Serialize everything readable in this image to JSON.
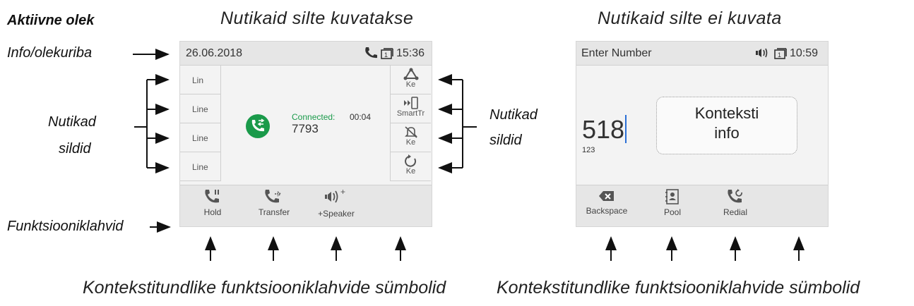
{
  "labels": {
    "active_state": "Aktiivne olek",
    "status_bar": "Info/olekuriba",
    "smart_labels_left": [
      "Nutikad",
      "sildid"
    ],
    "smart_labels_right": [
      "Nutikad",
      "sildid"
    ],
    "function_keys": "Funktsiooniklahvid",
    "bottom_left": "Kontekstitundlike funktsiooniklahvide sümbolid",
    "bottom_right": "Kontekstitundlike funktsiooniklahvide sümbolid"
  },
  "headers": {
    "left": "Nutikaid silte kuvatakse",
    "right": "Nutikaid silte ei kuvata"
  },
  "left_screen": {
    "status": {
      "date": "26.06.2018",
      "time": "15:36",
      "icons": [
        "handset-icon",
        "line-1-icon"
      ]
    },
    "line_keys": [
      "Lin",
      "Line",
      "Line",
      "Line"
    ],
    "call": {
      "state": "Connected:",
      "duration": "00:04",
      "number": "7793",
      "icon": "call-transfer-icon",
      "accent": "#1a9a4a"
    },
    "smart_keys": [
      {
        "icon": "conference-icon",
        "label": "Ke"
      },
      {
        "icon": "smart-transfer-icon",
        "label": "SmartTr"
      },
      {
        "icon": "mute-bell-icon",
        "label": "Ke"
      },
      {
        "icon": "refresh-icon",
        "label": "Ke"
      }
    ],
    "softkeys": [
      {
        "icon": "hold-icon",
        "label": "Hold"
      },
      {
        "icon": "transfer-icon",
        "label": "Transfer"
      },
      {
        "icon": "speaker-plus-icon",
        "label": "+Speaker"
      }
    ]
  },
  "right_screen": {
    "status": {
      "title": "Enter Number",
      "time": "10:59",
      "icons": [
        "speaker-icon",
        "line-1-icon"
      ]
    },
    "entry": {
      "value": "518",
      "sub": "123"
    },
    "context": [
      "Konteksti",
      "info"
    ],
    "softkeys": [
      {
        "icon": "backspace-icon",
        "label": "Backspace"
      },
      {
        "icon": "directory-icon",
        "label": "Pool"
      },
      {
        "icon": "redial-icon",
        "label": "Redial"
      }
    ]
  },
  "colors": {
    "green": "#1a9a4a",
    "cursor": "#2a6fd6"
  }
}
